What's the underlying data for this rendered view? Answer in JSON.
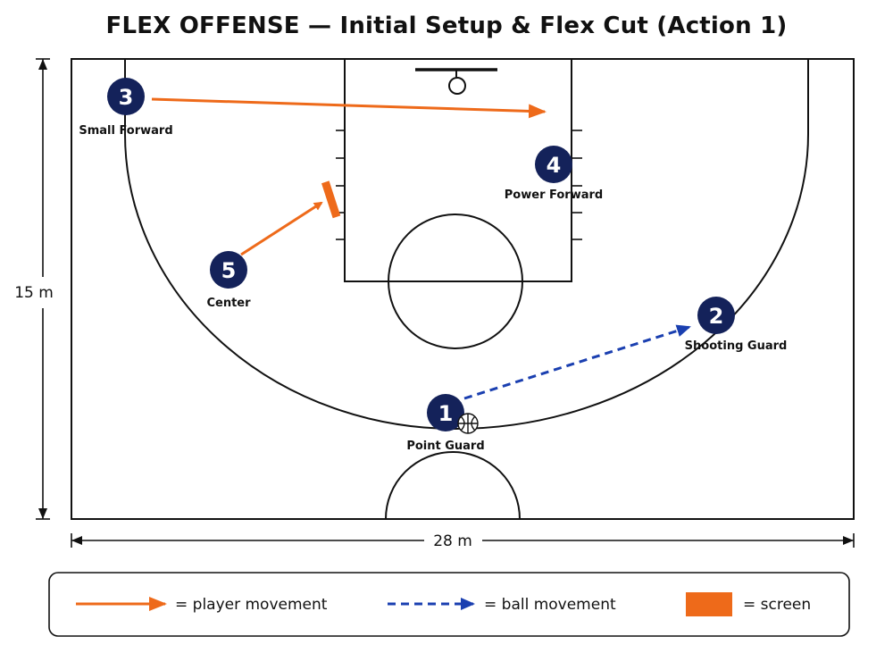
{
  "title": "FLEX OFFENSE — Initial Setup & Flex Cut (Action 1)",
  "court": {
    "width_label": "28 m",
    "height_label": "15 m"
  },
  "players": [
    {
      "id": "player-1",
      "number": "1",
      "label": "Point Guard",
      "has_ball": true
    },
    {
      "id": "player-2",
      "number": "2",
      "label": "Shooting Guard",
      "has_ball": false
    },
    {
      "id": "player-3",
      "number": "3",
      "label": "Small Forward",
      "has_ball": false
    },
    {
      "id": "player-4",
      "number": "4",
      "label": "Power Forward",
      "has_ball": false
    },
    {
      "id": "player-5",
      "number": "5",
      "label": "Center",
      "has_ball": false
    }
  ],
  "movements": [
    {
      "type": "player",
      "from": "3",
      "description": "player movement"
    },
    {
      "type": "player",
      "from": "5",
      "description": "player movement to screen"
    },
    {
      "type": "ball",
      "from": "1",
      "to": "2",
      "description": "ball movement"
    }
  ],
  "legend": {
    "player_movement": "= player movement",
    "ball_movement": "= ball movement",
    "screen": "= screen"
  },
  "colors": {
    "player_circle": "#14225a",
    "player_movement": "#ee6a1a",
    "ball_movement": "#1a3fb0",
    "screen": "#ee6a1a",
    "court_line": "#111111"
  }
}
